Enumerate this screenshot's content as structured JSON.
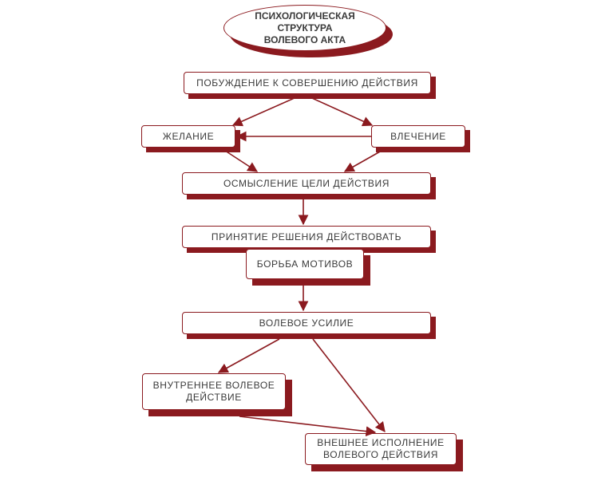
{
  "title": "ПСИХОЛОГИЧЕСКАЯ\nСТРУКТУРА\nВОЛЕВОГО АКТА",
  "nodes": {
    "motive": "ПОБУЖДЕНИЕ К СОВЕРШЕНИЮ ДЕЙСТВИЯ",
    "desire": "ЖЕЛАНИЕ",
    "attraction": "ВЛЕЧЕНИЕ",
    "goal": "ОСМЫСЛЕНИЕ  ЦЕЛИ ДЕЙСТВИЯ",
    "decision": "ПРИНЯТИЕ  РЕШЕНИЯ ДЕЙСТВОВАТЬ",
    "struggle": "БОРЬБА МОТИВОВ",
    "effort": "ВОЛЕВОЕ УСИЛИЕ",
    "internal": "ВНУТРЕННЕЕ  ВОЛЕВОЕ\nДЕЙСТВИЕ",
    "external": "ВНЕШНЕЕ  ИСПОЛНЕНИЕ\nВОЛЕВОГО  ДЕЙСТВИЯ"
  },
  "colors": {
    "accent": "#8b1a1f",
    "text": "#3a3a3a"
  }
}
